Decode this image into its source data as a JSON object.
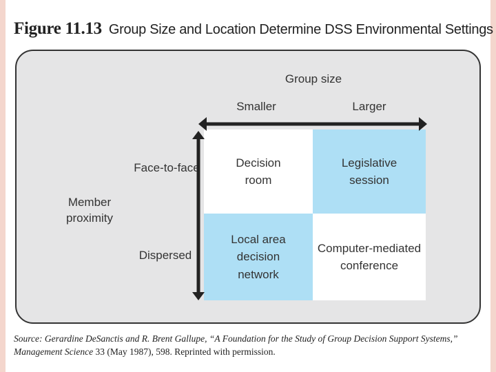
{
  "figure": {
    "number": "Figure 11.13",
    "caption": "Group Size and Location Determine DSS Environmental Settings"
  },
  "diagram": {
    "top_axis": {
      "title": "Group size",
      "left": "Smaller",
      "right": "Larger"
    },
    "side_axis": {
      "title": "Member\nproximity",
      "top": "Face-to-face",
      "bottom": "Dispersed"
    },
    "cells": {
      "top_left": "Decision\nroom",
      "top_right": "Legislative\nsession",
      "bottom_left": "Local area\ndecision\nnetwork",
      "bottom_right": "Computer-mediated\nconference"
    },
    "colors": {
      "white_cell": "#ffffff",
      "blue_cell": "#aedff5",
      "panel": "#e5e5e6",
      "arrow": "#222222"
    }
  },
  "source": {
    "line1": "Source: Gerardine DeSanctis and R. Brent Gallupe, “A Foundation for the Study of Group Decision Support Systems,”",
    "line2_journal": "Management Science",
    "line2_rest": " 33 (May 1987), 598. Reprinted with permission."
  }
}
